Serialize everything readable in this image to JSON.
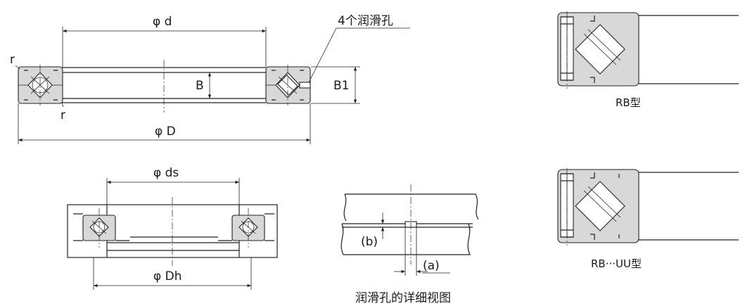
{
  "labels": {
    "phi_d": "φ d",
    "lube_holes": "4个润滑孔",
    "r_top": "r",
    "r_bottom": "r",
    "B": "B",
    "B1": "B1",
    "phi_D": "φ D",
    "phi_ds": "φ ds",
    "phi_Dh": "φ Dh",
    "b": "(b)",
    "a": "(a)",
    "detail_caption": "润滑孔的详细视图",
    "rb_type": "RB型",
    "rb_uu_type": "RB···UU型"
  },
  "colors": {
    "line": "#222222",
    "section_fill": "#d8d8d8",
    "background": "#ffffff"
  }
}
